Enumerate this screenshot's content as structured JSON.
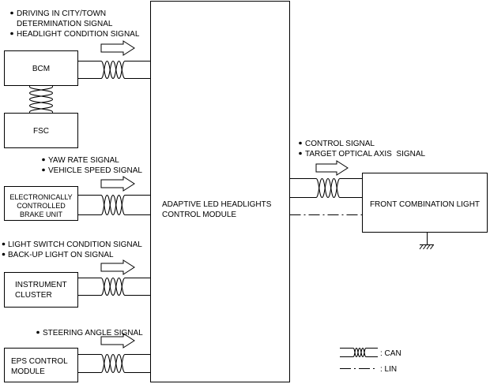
{
  "central_module": {
    "lines": [
      "ADAPTIVE LED HEADLIGHTS",
      "CONTROL MODULE"
    ]
  },
  "modules": {
    "bcm": {
      "lines": [
        "BCM"
      ]
    },
    "fsc": {
      "lines": [
        "FSC"
      ]
    },
    "brake_unit": {
      "lines": [
        "ELECTRONICALLY",
        "CONTROLLED",
        "BRAKE UNIT"
      ]
    },
    "instrument_cluster": {
      "lines": [
        "INSTRUMENT",
        "CLUSTER"
      ]
    },
    "eps_control_module": {
      "lines": [
        "EPS CONTROL",
        "MODULE"
      ]
    },
    "front_combination_light": {
      "lines": [
        "FRONT COMBINATION LIGHT"
      ],
      "ground_icon": "ground-icon"
    }
  },
  "signals": {
    "bcm": [
      {
        "lines": [
          "DRIVING IN CITY/TOWN",
          "DETERMINATION SIGNAL"
        ]
      },
      {
        "lines": [
          "HEADLIGHT CONDITION SIGNAL"
        ]
      }
    ],
    "brake_unit": [
      {
        "lines": [
          "YAW RATE SIGNAL"
        ]
      },
      {
        "lines": [
          "VEHICLE SPEED SIGNAL"
        ]
      }
    ],
    "instrument_cluster": [
      {
        "lines": [
          "LIGHT SWITCH CONDITION SIGNAL"
        ]
      },
      {
        "lines": [
          "BACK-UP LIGHT ON SIGNAL"
        ]
      }
    ],
    "eps_control_module": [
      {
        "lines": [
          "STEERING ANGLE SIGNAL"
        ]
      }
    ],
    "front_combination_light": [
      {
        "lines": [
          "CONTROL SIGNAL"
        ]
      },
      {
        "lines": [
          "TARGET OPTICAL AXIS  SIGNAL"
        ]
      }
    ]
  },
  "legend": {
    "can_label": ": CAN",
    "lin_label": ": LIN"
  }
}
